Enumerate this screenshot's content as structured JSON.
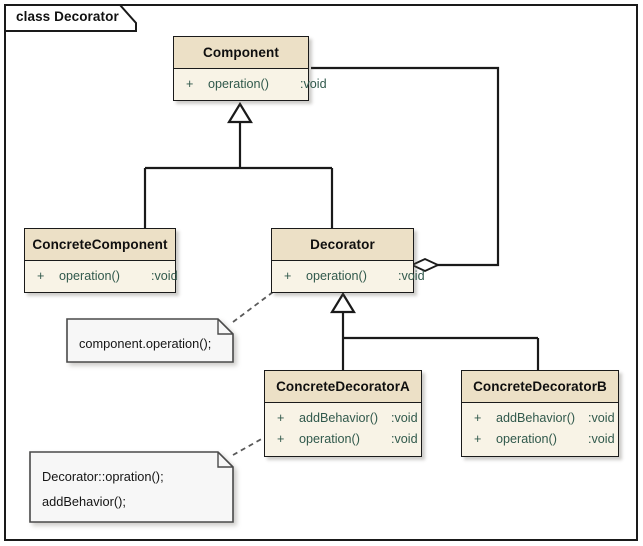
{
  "diagram": {
    "frame_title": "class Decorator",
    "background_color": "#ffffff",
    "frame_border_color": "#1a1a1a",
    "class_header_color": "#ece0c6",
    "class_body_color": "#f8f3e6",
    "member_text_color": "#31594c",
    "title_text_color": "#0f0f0f"
  },
  "classes": [
    {
      "id": "component",
      "name": "Component",
      "members": [
        {
          "visibility": "+",
          "name": "operation()",
          "type": ":void"
        }
      ]
    },
    {
      "id": "concrete-component",
      "name": "ConcreteComponent",
      "members": [
        {
          "visibility": "+",
          "name": "operation()",
          "type": ":void"
        }
      ]
    },
    {
      "id": "decorator",
      "name": "Decorator",
      "members": [
        {
          "visibility": "+",
          "name": "operation()",
          "type": ":void"
        }
      ]
    },
    {
      "id": "concrete-decorator-a",
      "name": "ConcreteDecoratorA",
      "members": [
        {
          "visibility": "+",
          "name": "addBehavior()",
          "type": ":void"
        },
        {
          "visibility": "+",
          "name": "operation()",
          "type": ":void"
        }
      ]
    },
    {
      "id": "concrete-decorator-b",
      "name": "ConcreteDecoratorB",
      "members": [
        {
          "visibility": "+",
          "name": "addBehavior()",
          "type": ":void"
        },
        {
          "visibility": "+",
          "name": "operation()",
          "type": ":void"
        }
      ]
    }
  ],
  "notes": [
    {
      "id": "note-decorator-operation",
      "lines": [
        "component.operation();"
      ],
      "attached_to": "decorator"
    },
    {
      "id": "note-concrete-decorator-a-operation",
      "lines": [
        "Decorator::opration();",
        "addBehavior();"
      ],
      "attached_to": "concrete-decorator-a"
    }
  ],
  "relationships": [
    {
      "id": "rel-generalization-concrete-component",
      "type": "generalization",
      "from": "concrete-component",
      "to": "component"
    },
    {
      "id": "rel-generalization-decorator",
      "type": "generalization",
      "from": "decorator",
      "to": "component"
    },
    {
      "id": "rel-aggregation-decorator-component",
      "type": "aggregation",
      "from": "decorator",
      "to": "component"
    },
    {
      "id": "rel-generalization-concrete-decorator-a",
      "type": "generalization",
      "from": "concrete-decorator-a",
      "to": "decorator"
    },
    {
      "id": "rel-generalization-concrete-decorator-b",
      "type": "generalization",
      "from": "concrete-decorator-b",
      "to": "decorator"
    },
    {
      "id": "rel-note-link-decorator",
      "type": "note-link",
      "from": "note-decorator-operation",
      "to": "decorator"
    },
    {
      "id": "rel-note-link-concrete-decorator-a",
      "type": "note-link",
      "from": "note-concrete-decorator-a-operation",
      "to": "concrete-decorator-a"
    }
  ]
}
